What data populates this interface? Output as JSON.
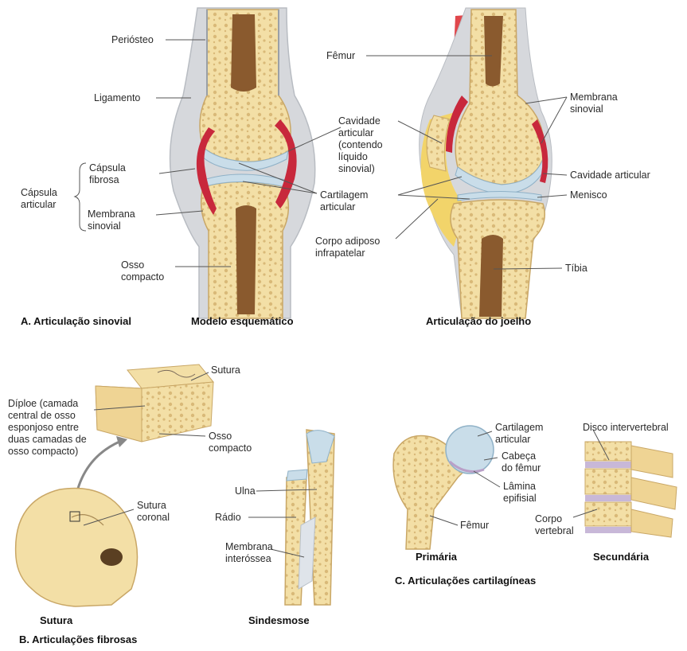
{
  "panelA": {
    "caption": "A. Articulação sinovial",
    "schematic_caption": "Modelo esquemático",
    "knee_caption": "Articulação do joelho",
    "periosteum": "Periósteo",
    "ligament": "Ligamento",
    "fibrous_capsule": "Cápsula\nfibrosa",
    "articular_capsule": "Cápsula\narticular",
    "synovial_membrane_left": "Membrana\nsinovial",
    "compact_bone": "Osso\ncompacto",
    "articular_cavity_center": "Cavidade\narticular\n(contendo\nlíquido\nsinovial)",
    "articular_cartilage": "Cartilagem\narticular",
    "infrapatellar_fat": "Corpo adiposo\ninfrapatelar",
    "femur": "Fêmur",
    "synovial_membrane_right": "Membrana\nsinovial",
    "articular_cavity_right": "Cavidade articular",
    "meniscus": "Menisco",
    "tibia": "Tíbia"
  },
  "panelB": {
    "caption": "B. Articulações fibrosas",
    "suture_caption": "Sutura",
    "syndesmosis_caption": "Sindesmose",
    "suture_label": "Sutura",
    "diploe": "Díploe (camada\ncentral de osso\nesponjoso entre\nduas camadas de\nosso compacto)",
    "compact_bone": "Osso\ncompacto",
    "coronal_suture": "Sutura\ncoronal",
    "ulna": "Ulna",
    "radius": "Rádio",
    "interosseous_membrane": "Membrana\ninteróssea"
  },
  "panelC": {
    "caption": "C. Articulações cartilagíneas",
    "primary_caption": "Primária",
    "secondary_caption": "Secundária",
    "articular_cartilage": "Cartilagem\narticular",
    "femoral_head": "Cabeça\ndo fêmur",
    "epiphyseal_plate": "Lâmina\nepifisial",
    "femur": "Fêmur",
    "intervertebral_disc": "Disco intervertebral",
    "vertebral_body": "Corpo\nvertebral"
  },
  "colors": {
    "bone": "#f3dfa6",
    "bone_dark": "#c9a766",
    "marrow": "#8a5a2e",
    "cartilage": "#c9dde9",
    "synovial": "#c8283c",
    "capsule": "#d6d8dc",
    "fat": "#f2d46a",
    "ligament": "#e0474c",
    "disc": "#c8b8d8",
    "leader": "#555555"
  }
}
